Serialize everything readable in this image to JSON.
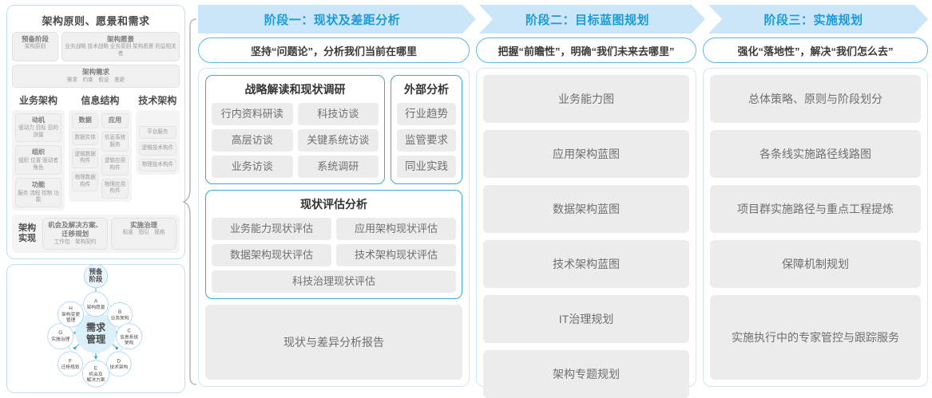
{
  "togaf": {
    "title": "架构原则、愿景和需求",
    "top_rows": [
      {
        "cells": [
          {
            "head": "预备阶段",
            "sub": "架构原则",
            "width": 58
          },
          {
            "head": "架构愿景",
            "sub": "业务战略 技术战略 业务原则 架构愿景 利益相关者",
            "width": 0
          }
        ]
      },
      {
        "cells": [
          {
            "head": "架构需求",
            "sub": "需求　约束　假设　差距",
            "width": 0
          }
        ]
      }
    ],
    "columns": [
      {
        "head": "业务架构",
        "items": [
          {
            "title": "动机",
            "sub": "驱动力 目标 目的 测量"
          },
          {
            "title": "组织",
            "sub": "组织 位置 驱动者 角色"
          },
          {
            "title": "功能",
            "sub": "服务 流程 控制 功能"
          }
        ]
      },
      {
        "head": "信息结构",
        "subcolumns": [
          {
            "items": [
              {
                "title": "数据",
                "sub": ""
              },
              {
                "title": "",
                "sub": "数据实体"
              },
              {
                "title": "",
                "sub": "逻辑数据构件"
              },
              {
                "title": "",
                "sub": "物理数据构件"
              }
            ]
          },
          {
            "items": [
              {
                "title": "应用",
                "sub": ""
              },
              {
                "title": "",
                "sub": "信息系统服务"
              },
              {
                "title": "",
                "sub": "逻辑应用构件"
              },
              {
                "title": "",
                "sub": "物理应用构件"
              }
            ]
          }
        ]
      },
      {
        "head": "技术架构",
        "items": [
          {
            "title": "",
            "sub": "平台服务"
          },
          {
            "title": "",
            "sub": "逻辑技术构件"
          },
          {
            "title": "",
            "sub": "物理技术构件"
          }
        ]
      }
    ],
    "impl": {
      "label": "架构实现",
      "items": [
        {
          "title": "机会及解决方案、迁移规划",
          "sub": "工作包　架构契约"
        },
        {
          "title": "实施治理",
          "sub": "标准　指引　规格"
        }
      ]
    }
  },
  "adm": {
    "center": "需求\n管理",
    "center_line1": "需求",
    "center_line2": "管理",
    "preliminary_line1": "预备",
    "preliminary_line2": "阶段",
    "nodes": [
      {
        "key": "A",
        "letter": "A",
        "label_lines": [
          "架构愿景"
        ]
      },
      {
        "key": "B",
        "letter": "B",
        "label_lines": [
          "业务架构"
        ]
      },
      {
        "key": "C",
        "letter": "C",
        "label_lines": [
          "信息系统",
          "架构"
        ]
      },
      {
        "key": "D",
        "letter": "D",
        "label_lines": [
          "技术架构"
        ]
      },
      {
        "key": "E",
        "letter": "E",
        "label_lines": [
          "机会及",
          "解决方案"
        ]
      },
      {
        "key": "F",
        "letter": "F",
        "label_lines": [
          "迁移规划"
        ]
      },
      {
        "key": "G",
        "letter": "G",
        "label_lines": [
          "实施治理"
        ]
      },
      {
        "key": "H",
        "letter": "H",
        "label_lines": [
          "架构变更",
          "管理"
        ]
      }
    ]
  },
  "phases": {
    "headers": [
      {
        "title": "阶段一：现状及差距分析"
      },
      {
        "title": "阶段二：目标蓝图规划"
      },
      {
        "title": "阶段三：实施规划"
      }
    ],
    "subtitles": [
      "坚持“问题论”，分析我们当前在哪里",
      "把握“前瞻性”，明确“我们未来去哪里”",
      "强化“落地性”，解决“我们怎么去”"
    ],
    "phase1": {
      "research_group": {
        "title": "战略解读和现状调研",
        "rows": [
          [
            "行内资料研读",
            "科技访谈"
          ],
          [
            "高层访谈",
            "关键系统访谈"
          ],
          [
            "业务访谈",
            "系统调研"
          ]
        ]
      },
      "external_group": {
        "title": "外部分析",
        "items": [
          "行业趋势",
          "监管要求",
          "同业实践"
        ]
      },
      "assess_group": {
        "title": "现状评估分析",
        "rows": [
          [
            "业务能力现状评估",
            "应用架构现状评估"
          ],
          [
            "数据架构现状评估",
            "技术架构现状评估"
          ]
        ],
        "full_row": "科技治理现状评估"
      },
      "report": "现状与差异分析报告"
    },
    "phase2": {
      "items": [
        "业务能力图",
        "应用架构蓝图",
        "数据架构蓝图",
        "技术架构蓝图",
        "IT治理规划",
        "架构专题规划"
      ]
    },
    "phase3": {
      "items": [
        "总体策略、原则与阶段划分",
        "各条线实施路径线路图",
        "项目群实施路径与重点工程提炼",
        "保障机制规划",
        "实施执行中的专家管控与跟踪服务"
      ]
    }
  },
  "colors": {
    "accent_blue": "#1a9bd7",
    "chevron_fill": "#cbe6f8",
    "border_blue": "#3ba9df",
    "tile_gray": "#ececec",
    "panel_border": "#cfe7f6"
  }
}
